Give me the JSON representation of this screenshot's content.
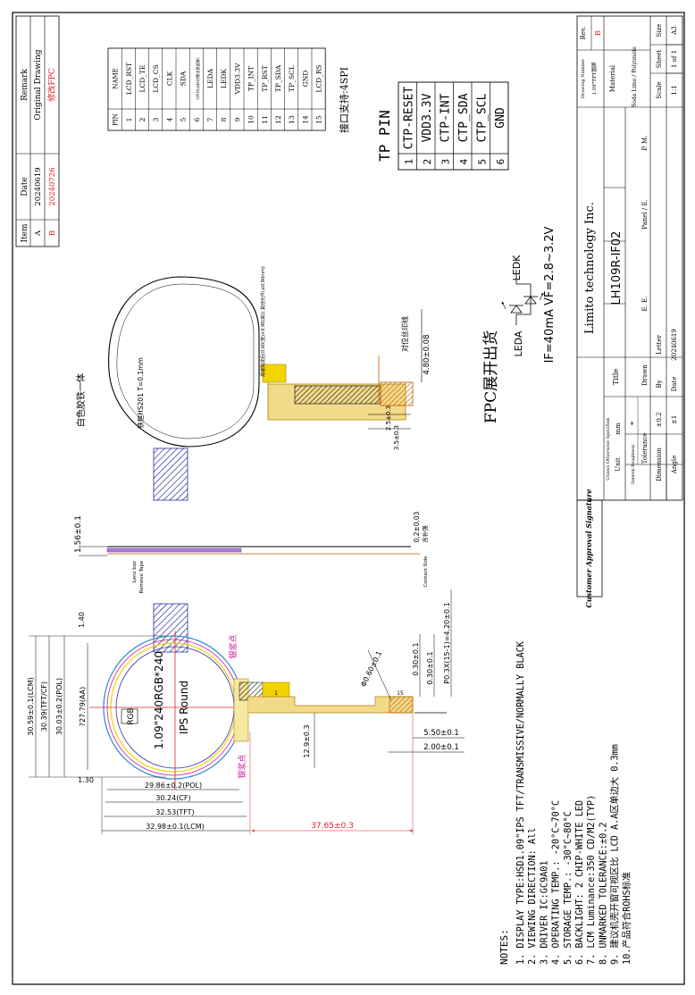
{
  "revision_table": {
    "headers": {
      "item": "Item",
      "date": "Date",
      "remark": "Remark"
    },
    "rows": [
      {
        "item": "A",
        "date": "20240619",
        "remark": "Original Drawing",
        "color": "#000000"
      },
      {
        "item": "B",
        "date": "20240726",
        "remark": "修改FPC",
        "color": "#e0202a"
      }
    ]
  },
  "pin_table": {
    "headers": {
      "pin": "PIN",
      "name": "NAME"
    },
    "rows": [
      {
        "pin": "1",
        "name": "LCD_RST"
      },
      {
        "pin": "2",
        "name": "LCD_TE"
      },
      {
        "pin": "3",
        "name": "LCD_CS"
      },
      {
        "pin": "4",
        "name": "CLK"
      },
      {
        "pin": "5",
        "name": "SDA"
      },
      {
        "pin": "6",
        "name": "GND(分料时需注意此脚)"
      },
      {
        "pin": "7",
        "name": "LEDA"
      },
      {
        "pin": "8",
        "name": "LEDK"
      },
      {
        "pin": "9",
        "name": "VDD3.3V"
      },
      {
        "pin": "10",
        "name": "TP_INT"
      },
      {
        "pin": "11",
        "name": "TP_RST"
      },
      {
        "pin": "12",
        "name": "TP_SDA"
      },
      {
        "pin": "13",
        "name": "TP_SCL"
      },
      {
        "pin": "14",
        "name": "GND"
      },
      {
        "pin": "15",
        "name": "LCD_RS"
      }
    ],
    "caption": "接口支持:4SPI"
  },
  "tp_pin": {
    "title": "TP PIN",
    "rows": [
      {
        "pin": "1",
        "name": "CTP-RESET"
      },
      {
        "pin": "2",
        "name": "VDD3.3V"
      },
      {
        "pin": "3",
        "name": "CTP-INT"
      },
      {
        "pin": "4",
        "name": "CTP_SDA"
      },
      {
        "pin": "5",
        "name": "CTP_SCL"
      },
      {
        "pin": "6",
        "name": "GND"
      }
    ]
  },
  "backlight": {
    "fpc_label": "FPC展开出货",
    "leda": "LEDA",
    "ledk": "LEDK",
    "spec": "IF=40mA  VF=2.8~3.2V"
  },
  "top_view": {
    "body_label": "白色胶铁一体",
    "rib_label": "铁框HS201 T=0.1mm",
    "fpc_mark": "对位丝印线",
    "dims": {
      "d_480": "4.80±0.08",
      "d_25": "2.5±0.3",
      "d_35": "3.5±0.3"
    },
    "component_note": "焊接完成后(0.60(宽)×0.90(高)) 其他元件(≤0.90mm)"
  },
  "side_view": {
    "thickness": "1.56±0.1",
    "fpc_thickness": "0.2±0.03",
    "fpc_note": "含补强",
    "remove_tape": "Remove Tape",
    "lens_box": "Lens box",
    "contact_side": "Contact Side"
  },
  "front_view": {
    "product": "1.09\"240RGB*240",
    "type": "IPS Round",
    "rgb": "RGB",
    "silver_a": "银浆点",
    "silver_b": "银浆点",
    "dims": {
      "lcm_h": "30.59±0.1(LCM)",
      "tft_h": "30.39(TFT/CF)",
      "pol_h": "30.03±0.2(POL)",
      "aa_h": "?27.79(AA)",
      "top_140": "1.40",
      "left_130": "1.30",
      "pol_w": "29.86±0.2(POL)",
      "cf_w": "30.24(CF)",
      "tft_w": "32.53(TFT)",
      "lcm_w": "32.98±0.1(LCM)",
      "fpc_len": "37.65±0.3",
      "d_129": "12.9±0.3",
      "d_550": "5.50±0.1",
      "d_200": "2.00±0.1",
      "d_030a": "0.30±0.1",
      "d_030b": "0.30±0.1",
      "pitch": "P0.3X(15-1)=4.20±0.1",
      "hole": "Φ0.60±0.1",
      "pin1": "1",
      "pin15": "15"
    }
  },
  "notes": {
    "title": "NOTES:",
    "items": [
      "1. DISPLAY TYPE:HSD1.09\"IPS TFT/TRANSMISSIVE/NORMALLY BLACK",
      "2. VIEWING DIRECTION: All",
      "3. DRIVER IC:GC9A01",
      "4. OPERATING TEMP.:  -20°C~70°C",
      "5. STORAGE TEMP.:  -30°C~80°C",
      "6. BACKLIGHT: 2 CHIP-WHITE LED",
      "7. LCM Luminance:350 CD/M2(TYP)",
      "8. UNMARKED TOLERANCE:±0.2",
      "9. 建议机壳开窗可视区比 LCD A.A区单边大 0.3mm",
      "10.产品符合ROHS标准"
    ]
  },
  "title_block": {
    "company": "Limito technology Inc.",
    "title_label": "Title",
    "part_number": "LH109R-IF02",
    "drawing_number_label": "Drawing Number",
    "drawing_number": "1.09\"TFT圆屏",
    "rev_label": "Rev.",
    "rev": "B",
    "material_label": "Material",
    "material": "Soda Lime / Polyimide",
    "size_label": "Size",
    "size": "A3",
    "scale_label": "Scale",
    "scale": "1:1",
    "sheet_label": "Sheet",
    "sheet": "1 of 1",
    "approval": "Customer Approval Signature",
    "unless": "Unless Otherwise Specified",
    "unit_label": "Unit",
    "unit": "mm",
    "roughness": "General Roughness",
    "tolerance_label": "Tolerance",
    "dimension_label": "Dimension",
    "dimension_tol": "±0.2",
    "angle_label": "Angle",
    "angle_tol": "±1",
    "drawn_label": "Drawn",
    "by_label": "By",
    "by": "Letter",
    "date_label": "Date",
    "date": "20240619",
    "ee": "E. E.",
    "panel_e": "Panel / E.",
    "pm": "P. M."
  }
}
